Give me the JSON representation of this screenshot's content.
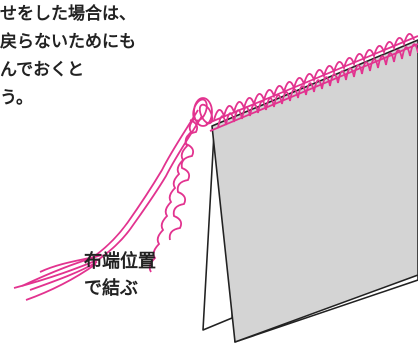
{
  "caption_lines": [
    "せをした場合は、",
    "戻らないためにも",
    "んでおくと",
    "う。"
  ],
  "label_lines": [
    "布端位置",
    "で結ぶ"
  ],
  "colors": {
    "thread": "#e2338f",
    "fabric_front": "#d4d4d4",
    "fabric_back": "#ffffff",
    "outline": "#222222",
    "text": "#222222"
  }
}
